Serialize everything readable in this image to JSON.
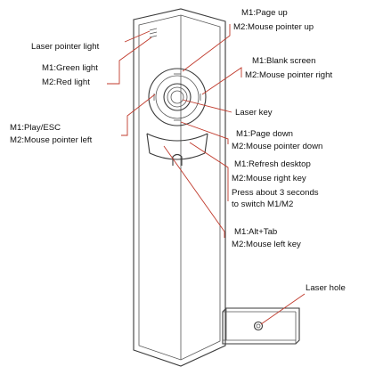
{
  "colors": {
    "leader": "#c0392b",
    "outline": "#3a3a3a",
    "text": "#111111"
  },
  "labels": {
    "laser_light": "Laser pointer light",
    "green_light": "M1:Green light",
    "red_light": "M2:Red light",
    "play_esc": "M1:Play/ESC",
    "pointer_left": "M2:Mouse pointer left",
    "page_up": "M1:Page up",
    "pointer_up": "M2:Mouse pointer up",
    "blank_screen": "M1:Blank screen",
    "pointer_right": "M2:Mouse pointer right",
    "laser_key": "Laser key",
    "page_down": "M1:Page down",
    "pointer_down": "M2:Mouse pointer down",
    "refresh_desktop": "M1:Refresh desktop",
    "right_key": "M2:Mouse right key",
    "press_hold": "Press about 3 seconds",
    "switch_mode": "to switch  M1/M2",
    "alt_tab": "M1:Alt+Tab",
    "left_key": "M2:Mouse left key",
    "laser_hole": "Laser hole"
  }
}
